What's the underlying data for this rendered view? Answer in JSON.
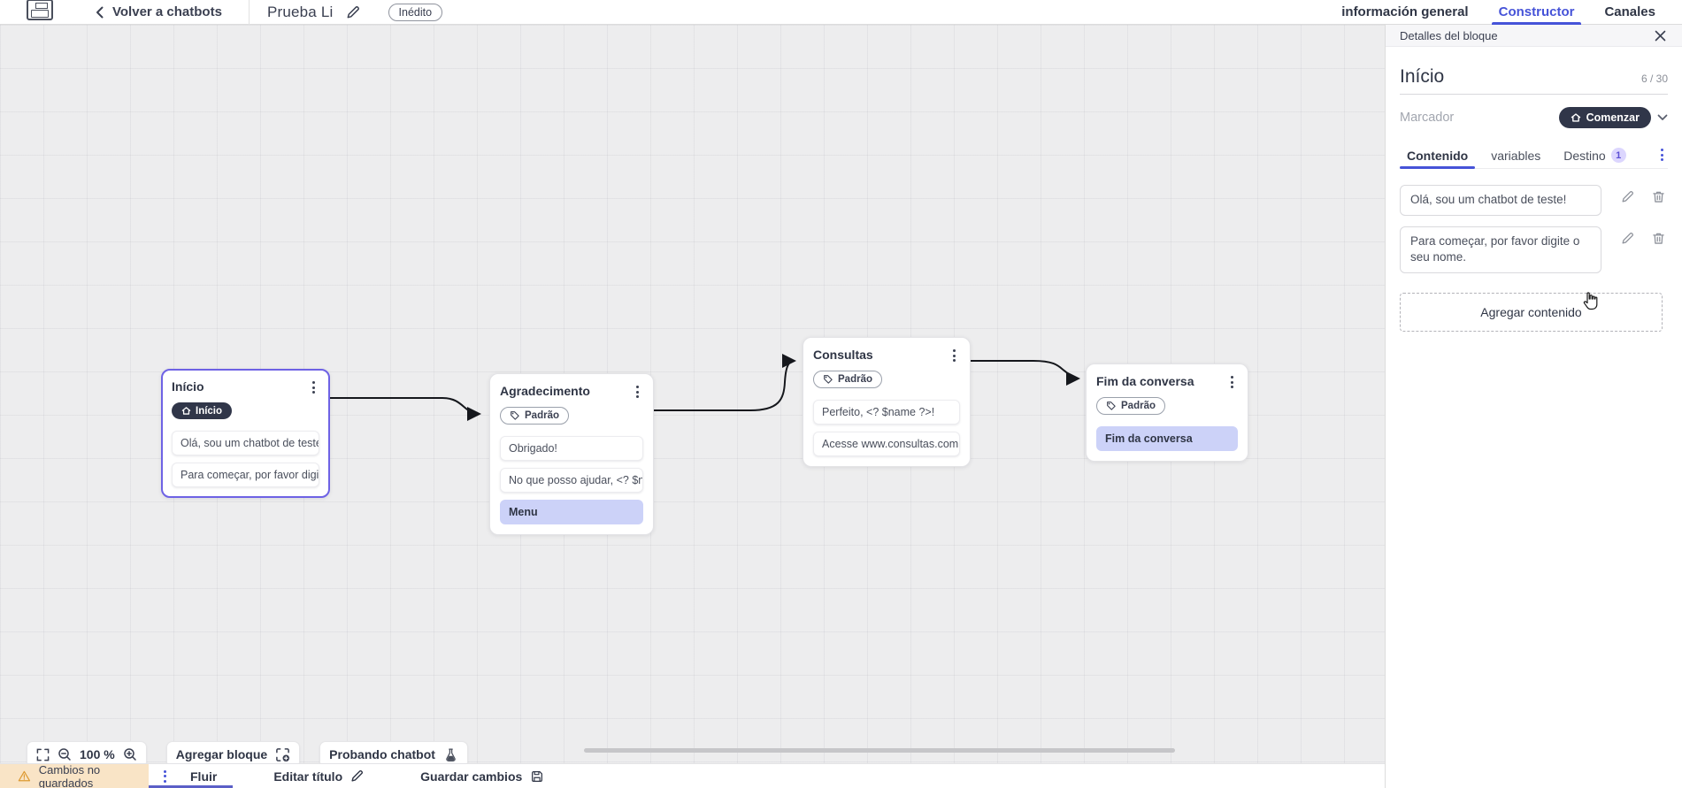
{
  "topbar": {
    "back_label": "Volver a chatbots",
    "title": "Prueba Li",
    "status_badge": "Inédito",
    "tabs": [
      {
        "label": "información general",
        "active": false
      },
      {
        "label": "Constructor",
        "active": true
      },
      {
        "label": "Canales",
        "active": false
      }
    ]
  },
  "canvas": {
    "zoom_level": "100 %",
    "add_block_label": "Agregar bloque",
    "test_chatbot_label": "Probando chatbot",
    "blocks": [
      {
        "title": "Início",
        "badge": "Início",
        "cards": [
          {
            "text": "Olá, sou um chatbot de teste!"
          },
          {
            "text": "Para começar, por favor digite o ..."
          }
        ]
      },
      {
        "title": "Agradecimento",
        "badge": "Padrão",
        "cards": [
          {
            "text": "Obrigado!"
          },
          {
            "text": "No que posso ajudar, <? $name ..."
          },
          {
            "text": "Menu"
          }
        ]
      },
      {
        "title": "Consultas",
        "badge": "Padrão",
        "cards": [
          {
            "text": "Perfeito, <? $name ?>!"
          },
          {
            "text": "Acesse www.consultas.com par..."
          }
        ]
      },
      {
        "title": "Fim da conversa",
        "badge": "Padrão",
        "cards": [
          {
            "text": "Fim da conversa"
          }
        ]
      }
    ]
  },
  "panel": {
    "header": "Detalles del bloque",
    "block_name": "Início",
    "name_counter": "6 / 30",
    "marker_label": "Marcador",
    "marker_value": "Comenzar",
    "tabs": [
      {
        "label": "Contenido",
        "active": true
      },
      {
        "label": "variables",
        "active": false
      },
      {
        "label": "Destino",
        "active": false,
        "badge": "1"
      }
    ],
    "contents": [
      "Olá, sou um chatbot de teste!",
      "Para começar, por favor digite o seu nome."
    ],
    "add_content_label": "Agregar contenido"
  },
  "bottombar": {
    "unsaved_label": "Cambios no guardados",
    "flow_tab": "Fluir",
    "edit_title_label": "Editar título",
    "save_label": "Guardar cambios"
  },
  "colors": {
    "accent_indigo": "#4653d8",
    "dark_pill": "#303649",
    "lavender_card": "#ccd2f8",
    "unsaved_bg": "#f9e4c6",
    "canvas_bg": "#ededee"
  }
}
